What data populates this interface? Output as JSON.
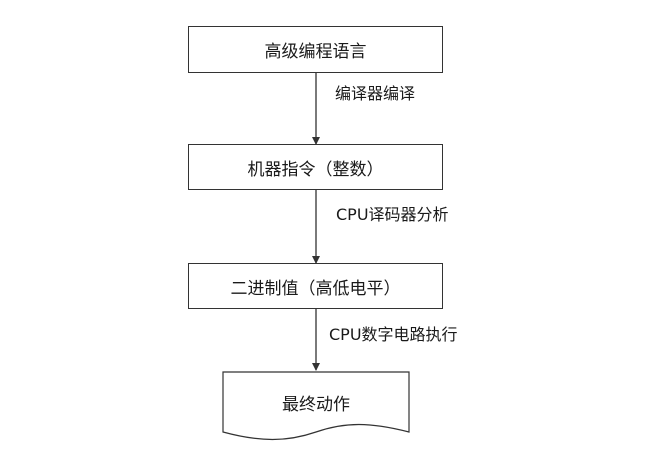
{
  "nodes": [
    {
      "id": "source",
      "label": "高级编程语言"
    },
    {
      "id": "machine",
      "label": "机器指令（整数）"
    },
    {
      "id": "binary",
      "label": "二进制值（高低电平）"
    },
    {
      "id": "action",
      "label": "最终动作"
    }
  ],
  "edges": [
    {
      "from": "source",
      "to": "machine",
      "label": "编译器编译"
    },
    {
      "from": "machine",
      "to": "binary",
      "label": "CPU译码器分析"
    },
    {
      "from": "binary",
      "to": "action",
      "label": "CPU数字电路执行"
    }
  ]
}
